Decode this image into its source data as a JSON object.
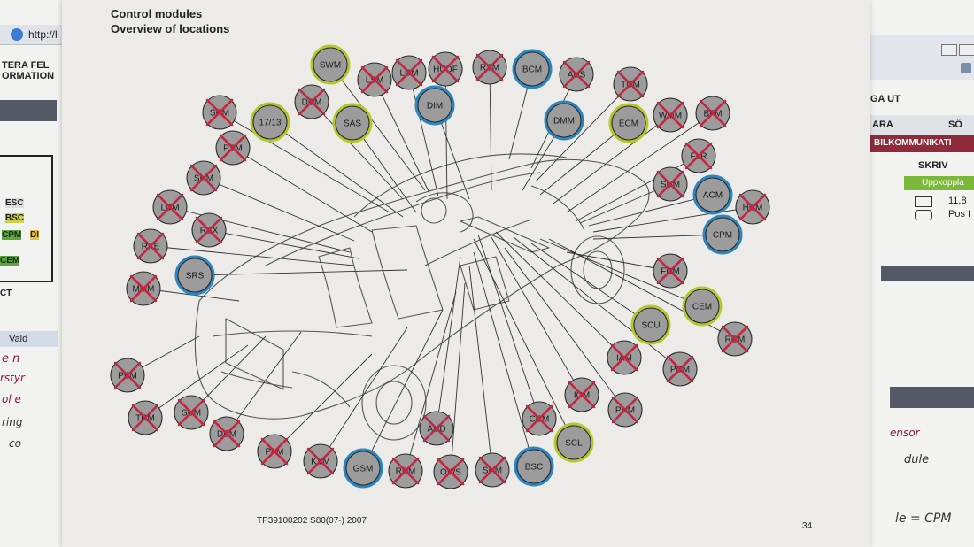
{
  "document": {
    "title_line1": "Control modules",
    "title_line2": "Overview of locations",
    "footer_code": "TP39100202 S80(07-) 2007",
    "page_number": "34"
  },
  "background_left": {
    "url": "http://l",
    "line1": "TERA FEL",
    "line2": "ORMATION",
    "labels": [
      "ESC",
      "BSC",
      "CPM",
      "DI",
      "CEM",
      "CT"
    ],
    "valid_text": "Vald",
    "handwriting": [
      "e n",
      "rstyr",
      "ol e",
      "ring",
      "co"
    ]
  },
  "background_right": {
    "logout": "GA UT",
    "tab1": "ARA",
    "tab2": "SÖ",
    "header": "BILKOMMUNIKATI",
    "write": "SKRIV",
    "connected": "Uppkoppla",
    "voltage": "11,8",
    "position": "Pos I",
    "handwriting": [
      "ensor",
      "dule",
      "le = CPM"
    ]
  },
  "colors": {
    "circle_fill": "#9c9c9c",
    "cross": "#c4263f",
    "green_ring": "#b5c72a",
    "blue_ring": "#2e86c1",
    "paper": "#ecebe8"
  },
  "modules": [
    {
      "label": "SWM",
      "status": "green"
    },
    {
      "label": "LSM",
      "status": "crossed"
    },
    {
      "label": "LCM",
      "status": "crossed"
    },
    {
      "label": "HUDF",
      "status": "crossed"
    },
    {
      "label": "RSM",
      "status": "crossed"
    },
    {
      "label": "BCM",
      "status": "blue"
    },
    {
      "label": "AUS",
      "status": "crossed"
    },
    {
      "label": "TCM",
      "status": "crossed"
    },
    {
      "label": "DDM",
      "status": "crossed"
    },
    {
      "label": "DIM",
      "status": "blue"
    },
    {
      "label": "DMM",
      "status": "blue"
    },
    {
      "label": "ECM",
      "status": "green"
    },
    {
      "label": "WMM",
      "status": "crossed"
    },
    {
      "label": "BFM",
      "status": "crossed"
    },
    {
      "label": "SRM",
      "status": "crossed"
    },
    {
      "label": "17/13",
      "status": "green"
    },
    {
      "label": "SAS",
      "status": "green"
    },
    {
      "label": "PSM",
      "status": "crossed"
    },
    {
      "label": "FLR",
      "status": "crossed"
    },
    {
      "label": "SHM",
      "status": "crossed"
    },
    {
      "label": "SUM",
      "status": "crossed"
    },
    {
      "label": "ACM",
      "status": "blue"
    },
    {
      "label": "HCM",
      "status": "crossed"
    },
    {
      "label": "LDM",
      "status": "crossed"
    },
    {
      "label": "CPM",
      "status": "blue"
    },
    {
      "label": "RBX",
      "status": "crossed"
    },
    {
      "label": "RKE",
      "status": "crossed"
    },
    {
      "label": "FDM",
      "status": "crossed"
    },
    {
      "label": "SRS",
      "status": "blue"
    },
    {
      "label": "MMM",
      "status": "crossed"
    },
    {
      "label": "CEM",
      "status": "green"
    },
    {
      "label": "SCU",
      "status": "green"
    },
    {
      "label": "RCM",
      "status": "crossed"
    },
    {
      "label": "IAM",
      "status": "crossed"
    },
    {
      "label": "PDM",
      "status": "crossed"
    },
    {
      "label": "PBM",
      "status": "crossed"
    },
    {
      "label": "ICM",
      "status": "crossed"
    },
    {
      "label": "PHM",
      "status": "crossed"
    },
    {
      "label": "TRM",
      "status": "crossed"
    },
    {
      "label": "SUM",
      "status": "crossed"
    },
    {
      "label": "DEM",
      "status": "crossed"
    },
    {
      "label": "CCM",
      "status": "crossed"
    },
    {
      "label": "AUD",
      "status": "crossed"
    },
    {
      "label": "SCL",
      "status": "green"
    },
    {
      "label": "PAM",
      "status": "crossed"
    },
    {
      "label": "KVM",
      "status": "crossed"
    },
    {
      "label": "GSM",
      "status": "blue"
    },
    {
      "label": "RDM",
      "status": "crossed"
    },
    {
      "label": "OWS",
      "status": "crossed"
    },
    {
      "label": "SHM",
      "status": "crossed"
    },
    {
      "label": "BSC",
      "status": "blue"
    }
  ]
}
